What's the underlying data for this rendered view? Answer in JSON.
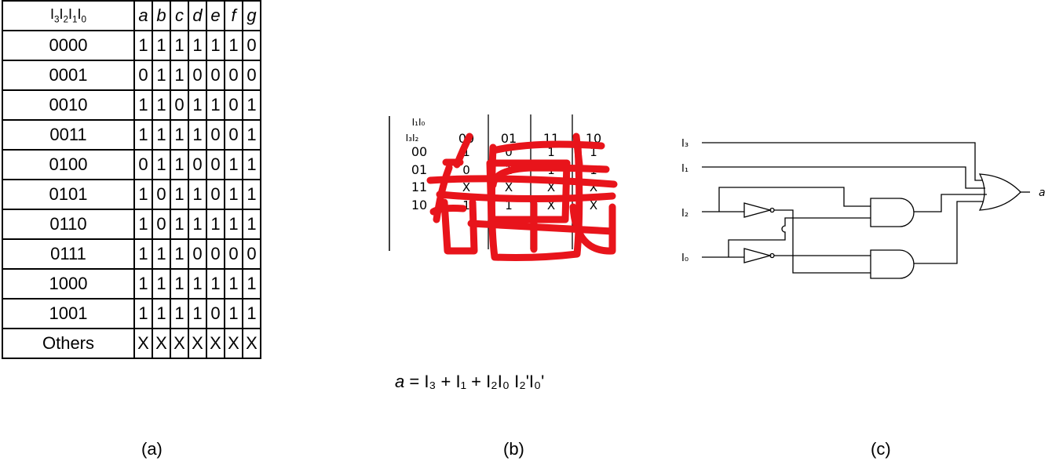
{
  "truth_table": {
    "header": {
      "inputs": [
        {
          "base": "I",
          "sub": "3"
        },
        {
          "base": "I",
          "sub": "2"
        },
        {
          "base": "I",
          "sub": "1"
        },
        {
          "base": "I",
          "sub": "0"
        }
      ],
      "segments": [
        "a",
        "b",
        "c",
        "d",
        "e",
        "f",
        "g"
      ]
    },
    "rows": [
      {
        "input": "0000",
        "values": [
          "1",
          "1",
          "1",
          "1",
          "1",
          "1",
          "0"
        ]
      },
      {
        "input": "0001",
        "values": [
          "0",
          "1",
          "1",
          "0",
          "0",
          "0",
          "0"
        ]
      },
      {
        "input": "0010",
        "values": [
          "1",
          "1",
          "0",
          "1",
          "1",
          "0",
          "1"
        ]
      },
      {
        "input": "0011",
        "values": [
          "1",
          "1",
          "1",
          "1",
          "0",
          "0",
          "1"
        ]
      },
      {
        "input": "0100",
        "values": [
          "0",
          "1",
          "1",
          "0",
          "0",
          "1",
          "1"
        ]
      },
      {
        "input": "0101",
        "values": [
          "1",
          "0",
          "1",
          "1",
          "0",
          "1",
          "1"
        ]
      },
      {
        "input": "0110",
        "values": [
          "1",
          "0",
          "1",
          "1",
          "1",
          "1",
          "1"
        ]
      },
      {
        "input": "0111",
        "values": [
          "1",
          "1",
          "1",
          "0",
          "0",
          "0",
          "0"
        ]
      },
      {
        "input": "1000",
        "values": [
          "1",
          "1",
          "1",
          "1",
          "1",
          "1",
          "1"
        ]
      },
      {
        "input": "1001",
        "values": [
          "1",
          "1",
          "1",
          "1",
          "0",
          "1",
          "1"
        ]
      },
      {
        "input": "Others",
        "values": [
          "X",
          "X",
          "X",
          "X",
          "X",
          "X",
          "X"
        ]
      }
    ]
  },
  "kmap": {
    "col_var": "I₁I₀",
    "row_var": "I₃I₂",
    "col_labels": [
      "00",
      "01",
      "11",
      "10"
    ],
    "row_labels": [
      "00",
      "01",
      "11",
      "10"
    ],
    "cells": [
      [
        "1",
        "0",
        "1",
        "1"
      ],
      [
        "0",
        "1",
        "1",
        "1"
      ],
      [
        "X",
        "X",
        "X",
        "X"
      ],
      [
        "1",
        "1",
        "X",
        "X"
      ]
    ],
    "loop_color": "#e8141b"
  },
  "expression": {
    "lhs": "a",
    "rhs": " = I₃ + I₁ + I₂I₀ I₂'I₀'"
  },
  "circuit": {
    "input_labels": [
      "I₃",
      "I₁",
      "I₂",
      "I₀"
    ],
    "output_label": "a"
  },
  "captions": [
    "(a)",
    "(b)",
    "(c)"
  ]
}
